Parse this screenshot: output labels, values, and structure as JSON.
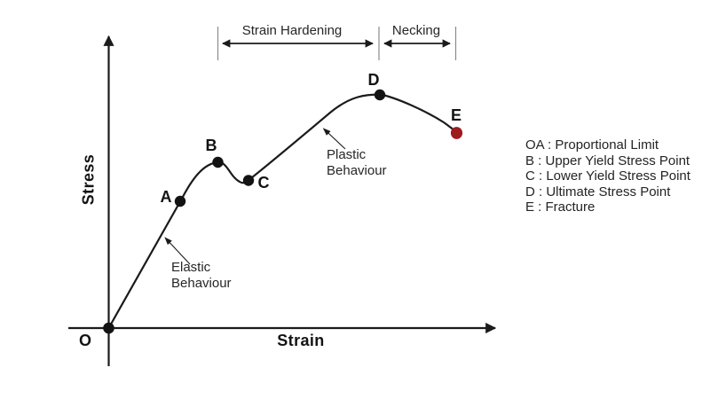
{
  "diagram_type": "stress-strain-curve",
  "axes": {
    "x_label": "Strain",
    "y_label": "Stress",
    "origin_label": "O"
  },
  "points": {
    "O": {
      "label": "O"
    },
    "A": {
      "label": "A"
    },
    "B": {
      "label": "B"
    },
    "C": {
      "label": "C"
    },
    "D": {
      "label": "D"
    },
    "E": {
      "label": "E"
    }
  },
  "regions": {
    "strain_hardening": {
      "label": "Strain Hardening"
    },
    "necking": {
      "label": "Necking"
    }
  },
  "annotations": {
    "elastic": {
      "line1": "Elastic",
      "line2": "Behaviour"
    },
    "plastic": {
      "line1": "Plastic",
      "line2": "Behaviour"
    }
  },
  "legend": {
    "items": [
      "OA : Proportional Limit",
      "B : Upper Yield Stress Point",
      "C : Lower Yield Stress Point",
      "D : Ultimate Stress Point",
      "E : Fracture"
    ]
  },
  "colors": {
    "ink": "#1b1b1b",
    "point_fill": "#131313",
    "fracture_point_fill": "#9e1b1e",
    "region_tick": "#8a8a8a",
    "background": "#ffffff"
  },
  "chart_data": {
    "type": "line",
    "xlabel": "Strain",
    "ylabel": "Stress",
    "units": "relative (no numeric scale shown)",
    "series": [
      {
        "name": "stress-strain curve",
        "points": [
          {
            "label": "O",
            "strain": 0.0,
            "stress": 0.0,
            "meaning": "Origin"
          },
          {
            "label": "A",
            "strain": 0.18,
            "stress": 0.42,
            "meaning": "Proportional Limit (end of segment OA)"
          },
          {
            "label": "B",
            "strain": 0.28,
            "stress": 0.55,
            "meaning": "Upper Yield Stress Point"
          },
          {
            "label": "C",
            "strain": 0.35,
            "stress": 0.49,
            "meaning": "Lower Yield Stress Point"
          },
          {
            "label": "D",
            "strain": 0.69,
            "stress": 0.77,
            "meaning": "Ultimate Stress Point"
          },
          {
            "label": "E",
            "strain": 0.88,
            "stress": 0.64,
            "meaning": "Fracture"
          }
        ]
      }
    ],
    "region_spans": [
      {
        "label": "Strain Hardening",
        "from_point": "B",
        "to_point": "D"
      },
      {
        "label": "Necking",
        "from_point": "D",
        "to_point": "E"
      }
    ],
    "behaviour_zones": [
      {
        "label": "Elastic Behaviour",
        "applies_to": "segment O-A"
      },
      {
        "label": "Plastic Behaviour",
        "applies_to": "segment C-D"
      }
    ],
    "grid": false,
    "legend_position": "right"
  }
}
